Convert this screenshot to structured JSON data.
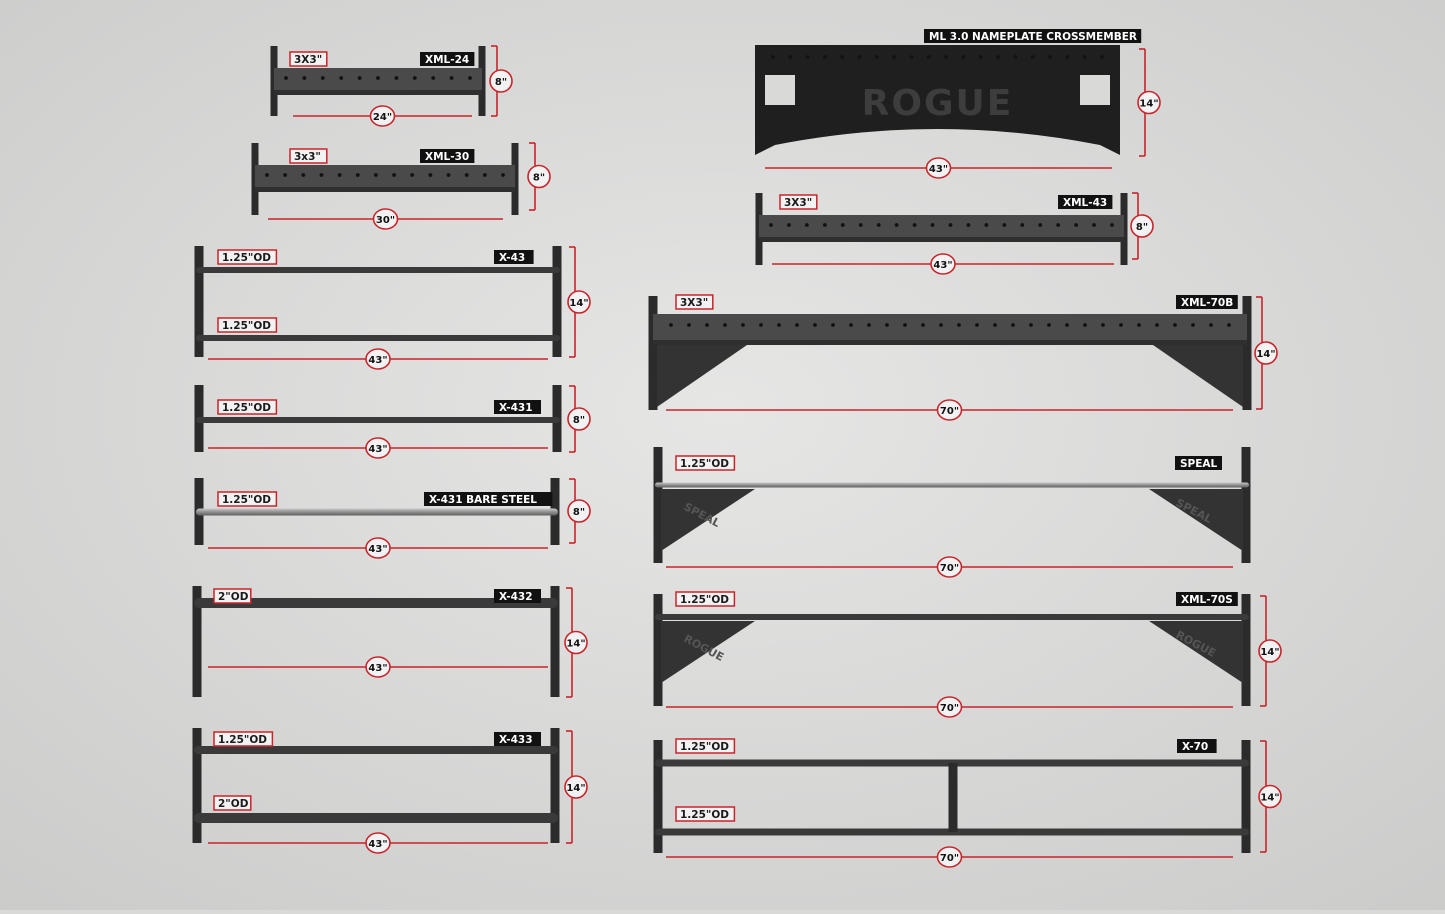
{
  "logo": "ROGUE",
  "colors": {
    "background": "#d9d9d8",
    "steel": "#2b2b2b",
    "bar": "#3a3a3a",
    "bare_steel": "#9a9a9a",
    "dimension_red": "#c8242b",
    "tag_background": "#111111",
    "tag_text": "#ffffff"
  },
  "crossmembers": [
    {
      "id": "xml24",
      "tag": "XML-24",
      "spec": [
        "3X3\""
      ],
      "width": "24\"",
      "height": "8\"",
      "kind": "plate"
    },
    {
      "id": "xml30",
      "tag": "XML-30",
      "spec": [
        "3x3\""
      ],
      "width": "30\"",
      "height": "8\"",
      "kind": "plate"
    },
    {
      "id": "x43",
      "tag": "X-43",
      "spec": [
        "1.25\"OD",
        "1.25\"OD"
      ],
      "width": "43\"",
      "height": "14\"",
      "kind": "double-bar"
    },
    {
      "id": "x431",
      "tag": "X-431",
      "spec": [
        "1.25\"OD"
      ],
      "width": "43\"",
      "height": "8\"",
      "kind": "single-bar"
    },
    {
      "id": "x431bare",
      "tag": "X-431 BARE STEEL",
      "spec": [
        "1.25\"OD"
      ],
      "width": "43\"",
      "height": "8\"",
      "kind": "single-bar-bare"
    },
    {
      "id": "x432",
      "tag": "X-432",
      "spec": [
        "2\"OD"
      ],
      "width": "43\"",
      "height": "14\"",
      "kind": "single-bar-thick"
    },
    {
      "id": "x433",
      "tag": "X-433",
      "spec": [
        "1.25\"OD",
        "2\"OD"
      ],
      "width": "43\"",
      "height": "14\"",
      "kind": "double-bar"
    },
    {
      "id": "ml30",
      "tag": "ML 3.0 NAMEPLATE CROSSMEMBER",
      "spec": [],
      "width": "43\"",
      "height": "14\"",
      "kind": "nameplate"
    },
    {
      "id": "xml43",
      "tag": "XML-43",
      "spec": [
        "3X3\""
      ],
      "width": "43\"",
      "height": "8\"",
      "kind": "plate"
    },
    {
      "id": "xml70b",
      "tag": "XML-70B",
      "spec": [
        "3X3\""
      ],
      "width": "70\"",
      "height": "14\"",
      "kind": "braced-plate"
    },
    {
      "id": "speal",
      "tag": "SPEAL",
      "spec": [
        "1.25\"OD"
      ],
      "width": "70\"",
      "height": "",
      "kind": "gusset-bar",
      "gusset_text": "SPEAL"
    },
    {
      "id": "xml70s",
      "tag": "XML-70S",
      "spec": [
        "1.25\"OD"
      ],
      "width": "70\"",
      "height": "14\"",
      "kind": "gusset-bar",
      "gusset_text": "ROGUE"
    },
    {
      "id": "x70",
      "tag": "X-70",
      "spec": [
        "1.25\"OD",
        "1.25\"OD"
      ],
      "width": "70\"",
      "height": "14\"",
      "kind": "double-bar-center"
    }
  ]
}
